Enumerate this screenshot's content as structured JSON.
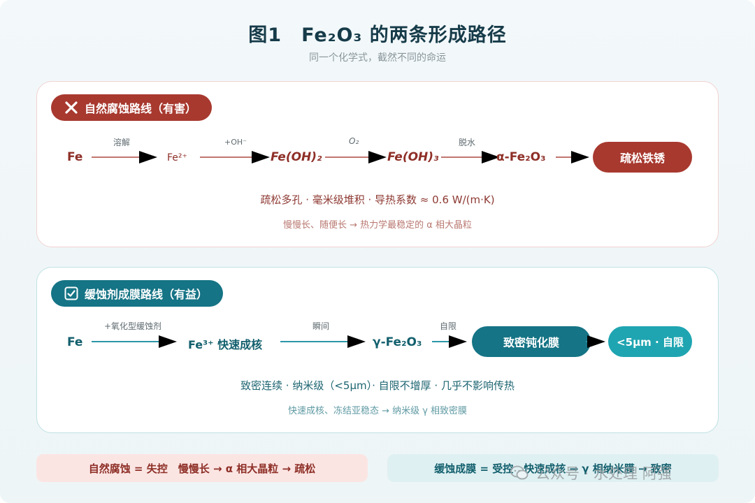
{
  "header": {
    "figure_label": "图1",
    "title_text": "Fe₂O₃ 的两条形成路径",
    "subtitle": "同一个化学式，截然不同的命运"
  },
  "route_natural": {
    "badge_label": "自然腐蚀路线（有害）",
    "icon": "cross-icon",
    "nodes": [
      "Fe",
      "Fe²⁺",
      "Fe(OH)₂",
      "Fe(OH)₃",
      "α-Fe₂O₃"
    ],
    "arrow_labels": [
      "溶解",
      "+OH⁻",
      "O₂",
      "脱水"
    ],
    "end_label": "疏松铁锈",
    "desc_main": "疏松多孔 · 毫米级堆积 · 导热系数 ≈ 0.6 W/(m·K)",
    "desc_sub": "慢慢长、随便长 → 热力学最稳定的 α 相大晶粒"
  },
  "route_inhibitor": {
    "badge_label": "缓蚀剂成膜路线（有益）",
    "icon": "checkbox-icon",
    "nodes": [
      "Fe",
      "Fe³⁺ 快速成核",
      "γ-Fe₂O₃"
    ],
    "arrow_labels": [
      "+氧化型缓蚀剂",
      "瞬间",
      "自限"
    ],
    "end_label": "致密钝化膜",
    "extra_label": "<5μm · 自限",
    "desc_main": "致密连续 · 纳米级（<5μm）· 自限不增厚 · 几乎不影响传热",
    "desc_sub": "快速成核、冻结亚稳态 → 纳米级 γ 相致密膜"
  },
  "summary": {
    "left": "自然腐蚀 = 失控　慢慢长 → α 相大晶粒 → 疏松",
    "right": "缓蚀成膜 = 受控　快速成核 → γ 相纳米膜 → 致密"
  },
  "watermark": {
    "text": "公众号 · 水处理 阿强",
    "icon": "wechat-icon"
  },
  "colors": {
    "natural_accent": "#a8392f",
    "inhibitor_accent": "#157485",
    "end_inhibitor_light": "#1fa5b1"
  }
}
